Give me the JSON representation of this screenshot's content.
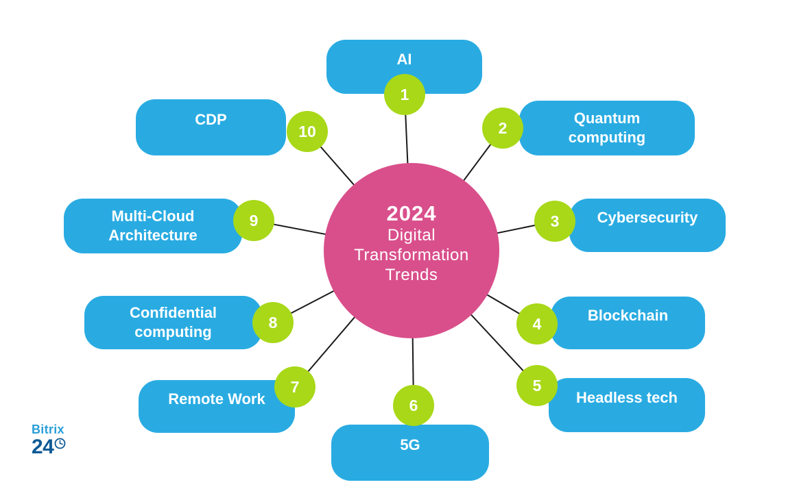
{
  "title": {
    "year": "2024",
    "subtitle_lines": [
      "Digital",
      "Transformation",
      "Trends"
    ]
  },
  "nodes": [
    {
      "number": "1",
      "label": "AI"
    },
    {
      "number": "2",
      "label": "Quantum\ncomputing"
    },
    {
      "number": "3",
      "label": "Cybersecurity"
    },
    {
      "number": "4",
      "label": "Blockchain"
    },
    {
      "number": "5",
      "label": "Headless tech"
    },
    {
      "number": "6",
      "label": "5G"
    },
    {
      "number": "7",
      "label": "Remote Work"
    },
    {
      "number": "8",
      "label": "Confidential\ncomputing"
    },
    {
      "number": "9",
      "label": "Multi-Cloud\nArchitecture"
    },
    {
      "number": "10",
      "label": "CDP"
    }
  ],
  "logo": {
    "brand": "Bitrix",
    "brand_number": "24"
  },
  "colors": {
    "bubble_blue": "#29abe2",
    "number_green": "#a8d818",
    "center_pink": "#d94f8b",
    "connector_line": "#1a1a1a",
    "text_white": "#ffffff",
    "logo_light_blue": "#2b9fd9",
    "logo_dark_blue": "#0d5a96"
  }
}
